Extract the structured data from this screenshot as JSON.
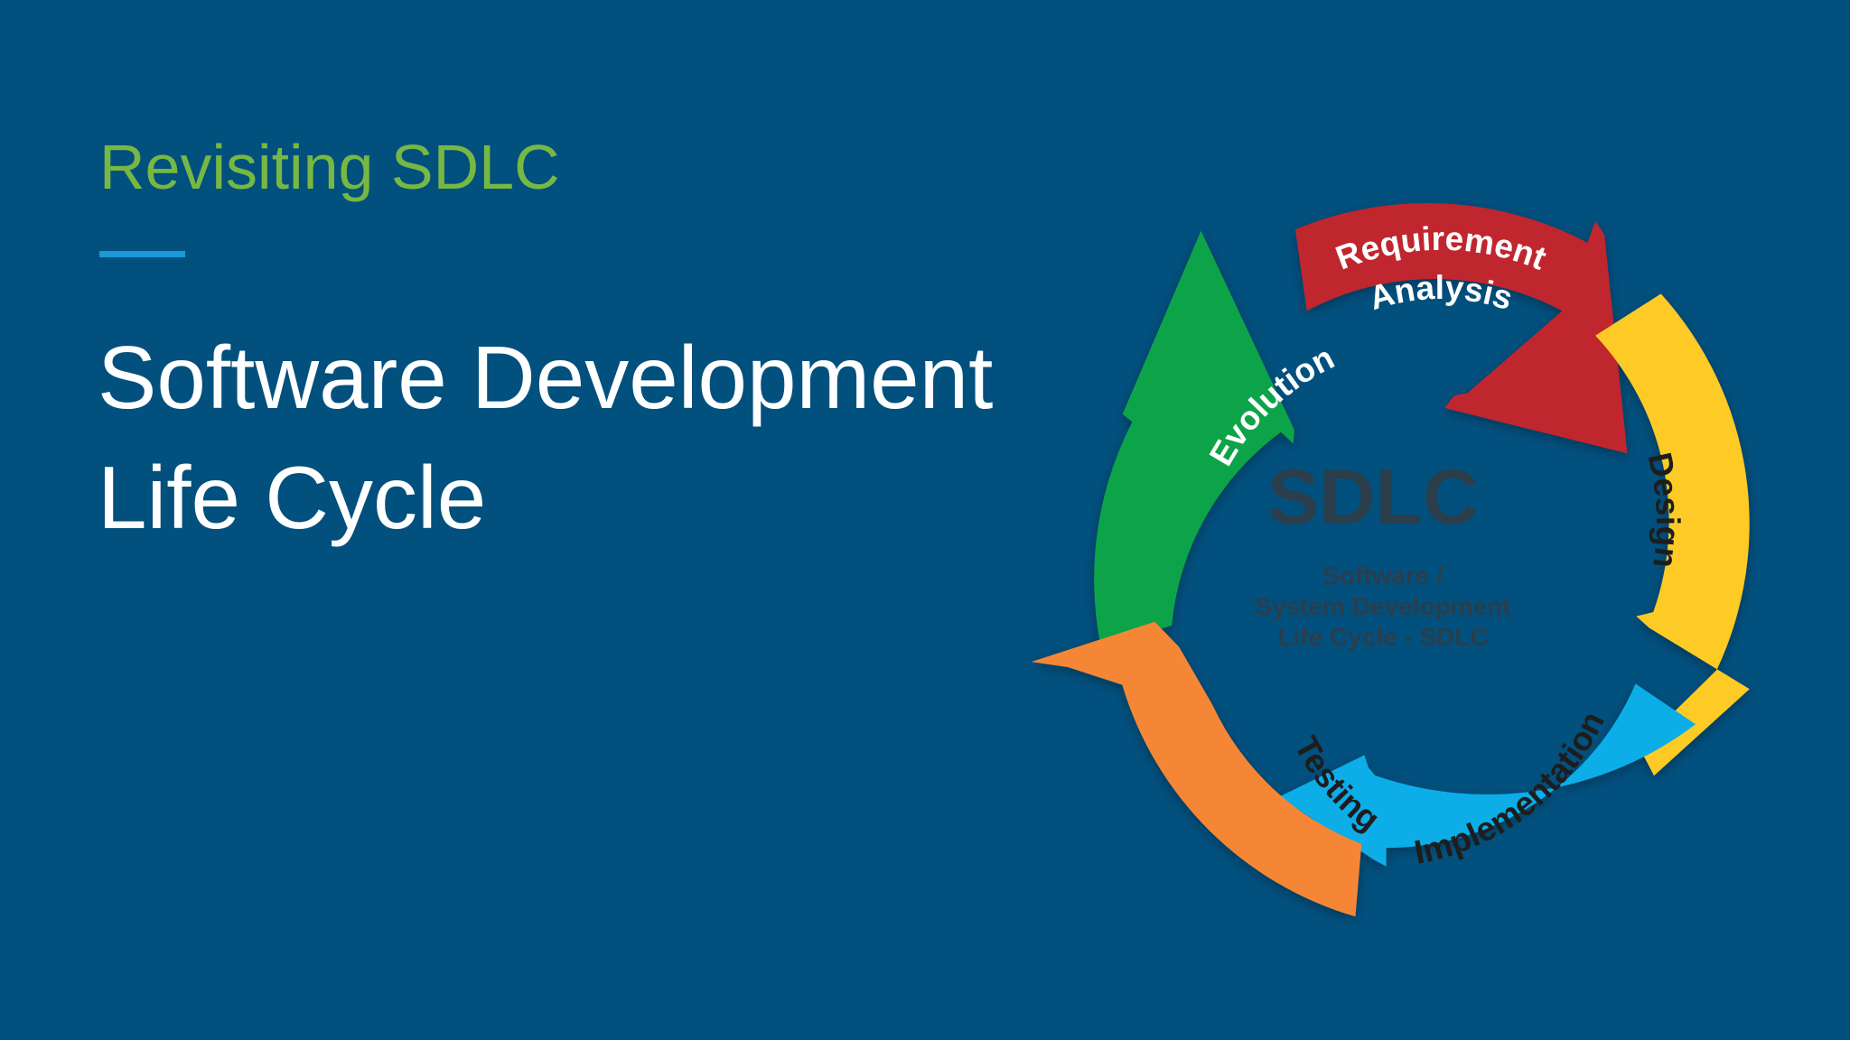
{
  "slide": {
    "kicker": "Revisiting SDLC",
    "title_lines": [
      "Software Development",
      "Life Cycle"
    ]
  },
  "diagram": {
    "center_title": "SDLC",
    "center_subtitle_lines": [
      "Software /",
      "System Development",
      "Life Cycle - SDLC"
    ],
    "stages": [
      {
        "lines": [
          "Requirement",
          "Analysis"
        ],
        "color": "#c0272d"
      },
      {
        "lines": [
          "Design"
        ],
        "color": "#fdca26"
      },
      {
        "lines": [
          "Implementation"
        ],
        "color": "#07ade8"
      },
      {
        "lines": [
          "Testing"
        ],
        "color": "#f58634"
      },
      {
        "lines": [
          "Evolution"
        ],
        "color": "#07a44a"
      }
    ]
  },
  "colors": {
    "background": "#02507e",
    "kicker": "#76b843",
    "accent_bar": "#1a9ad8",
    "title": "#ffffff",
    "center_text": "#2a3e4c"
  }
}
